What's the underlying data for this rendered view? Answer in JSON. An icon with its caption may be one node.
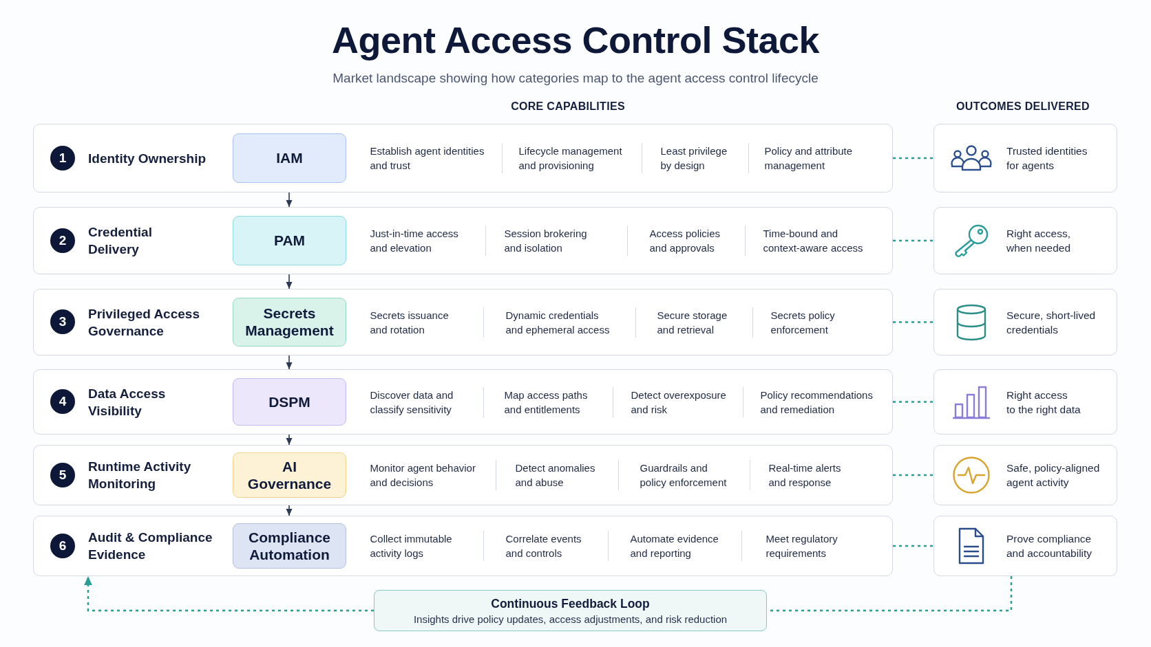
{
  "diagram": {
    "title": "Agent Access Control Stack",
    "nodes": [
      {
        "text": [
          "Identity Ownership",
          "Establish agent identities and trust",
          "Lifecycle management and provisioning",
          "Least privilege by design",
          "Policy and attribute management"
        ]
      },
      {
        "text": [
          "1"
        ],
        "in": 0
      },
      {
        "text": [
          "IAM"
        ],
        "in": 0
      },
      {
        "text": [
          "Trusted identities for agents"
        ]
      },
      {
        "text": [
          "Credential Delivery",
          "Just-in-time access and elevation",
          "Session brokering and isolation",
          "Access policies and approvals",
          "Time-bound and context-aware access"
        ]
      },
      {
        "text": [
          "2"
        ],
        "in": 4
      },
      {
        "text": [
          "PAM"
        ],
        "in": 4
      },
      {
        "text": [
          "Right access, when needed"
        ]
      },
      {
        "text": [
          "Privileged Access Governance",
          "Secrets issuance and rotation",
          "Dynamic credentials and ephemeral access",
          "Secure storage and retrieval",
          "Secrets policy enforcement"
        ]
      },
      {
        "text": [
          "3"
        ],
        "in": 8
      },
      {
        "text": [
          "Secrets Management"
        ],
        "in": 8
      },
      {
        "text": [
          "Secure, short-lived credentials"
        ]
      },
      {
        "text": [
          "Data Access Visibility",
          "Discover data and classify sensitivity",
          "Map access paths and entitlements",
          "Detect overexposure and risk",
          "Policy recommendations and remediation"
        ]
      },
      {
        "text": [
          "4"
        ],
        "in": 12
      },
      {
        "text": [
          "DSPM"
        ],
        "in": 12
      },
      {
        "text": [
          "Right access to the right data"
        ]
      },
      {
        "text": [
          "Runtime Activity Monitoring",
          "Monitor agent behavior and decisions",
          "Detect anomalies and abuse",
          "Guardrails and policy enforcement",
          "Real-time alerts and response"
        ]
      },
      {
        "text": [
          "5"
        ],
        "in": 16
      },
      {
        "text": [
          "AI Governance"
        ],
        "in": 16
      },
      {
        "text": [
          "Safe, policy-aligned agent activity"
        ]
      },
      {
        "text": [
          "Audit & Compliance Evidence",
          "Collect immutable activity logs",
          "Correlate events and controls",
          "Automate evidence and reporting",
          "Meet regulatory requirements"
        ]
      },
      {
        "text": [
          "6"
        ],
        "in": 20
      },
      {
        "text": [
          "Compliance Automation"
        ],
        "in": 20
      },
      {
        "text": [
          "Prove compliance and accountability"
        ]
      },
      {
        "text": [
          "Continuous Feedback Loop",
          "Insights drive policy updates, access adjustments, and risk reduction"
        ]
      }
    ],
    "edges": [
      {
        "from": 0,
        "to": 4,
        "arrow": "to",
        "color": "#2b3956"
      },
      {
        "from": 4,
        "to": 8,
        "arrow": "to",
        "color": "#2b3956"
      },
      {
        "from": 8,
        "to": 12,
        "arrow": "to",
        "color": "#2b3956"
      },
      {
        "from": 12,
        "to": 16,
        "arrow": "to",
        "color": "#2b3956"
      },
      {
        "from": 16,
        "to": 20,
        "arrow": "to",
        "color": "#2b3956"
      },
      {
        "from": 0,
        "to": 3,
        "arrow": "none",
        "style": "dashed"
      },
      {
        "from": 4,
        "to": 7,
        "arrow": "none",
        "style": "dashed"
      },
      {
        "from": 8,
        "to": 11,
        "arrow": "none",
        "style": "dashed"
      },
      {
        "from": 12,
        "to": 15,
        "arrow": "none",
        "style": "dashed"
      },
      {
        "from": 16,
        "to": 19,
        "arrow": "none",
        "style": "dashed"
      },
      {
        "from": 20,
        "to": 23,
        "arrow": "none",
        "style": "dashed"
      },
      {
        "from": 23,
        "to": 24,
        "arrow": "none",
        "style": "dashed"
      },
      {
        "from": 24,
        "to": 20,
        "arrow": "to",
        "style": "dashed"
      }
    ],
    "labels": [
      "Market landscape showing how categories map to the agent access control lifecycle",
      "CORE CAPABILITIES",
      "OUTCOMES DELIVERED"
    ]
  }
}
